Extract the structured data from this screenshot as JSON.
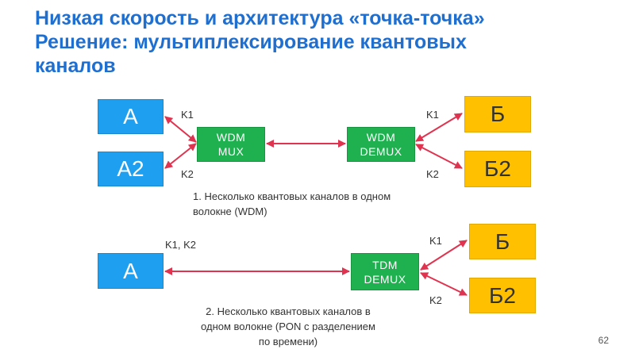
{
  "title": {
    "line1": "Низкая скорость и архитектура «точка-точка»",
    "line2": "Решение: мультиплексирование квантовых",
    "line3": "каналов"
  },
  "diagram1": {
    "node_a": "A",
    "node_a2": "A2",
    "mux_line1": "WDM",
    "mux_line2": "MUX",
    "demux_line1": "WDM",
    "demux_line2": "DEMUX",
    "node_b": "Б",
    "node_b2": "Б2",
    "label_k1_left": "K1",
    "label_k2_left": "K2",
    "label_k1_right": "K1",
    "label_k2_right": "K2",
    "caption_line1": "1. Несколько квантовых каналов в одном",
    "caption_line2": "волокне (WDM)"
  },
  "diagram2": {
    "node_a": "A",
    "demux_line1": "TDM",
    "demux_line2": "DEMUX",
    "node_b": "Б",
    "node_b2": "Б2",
    "label_k1k2": "K1, K2",
    "label_k1_right": "K1",
    "label_k2_right": "K2",
    "caption_line1": "2. Несколько квантовых каналов в",
    "caption_line2": "одном волокне (PON с разделением",
    "caption_line3": "по времени)"
  },
  "page_number": "62",
  "colors": {
    "title": "#1f6fd1",
    "source_box": "#1e9ff0",
    "target_box": "#ffc000",
    "mux_box": "#1fb050",
    "arrow": "#e0334f"
  }
}
